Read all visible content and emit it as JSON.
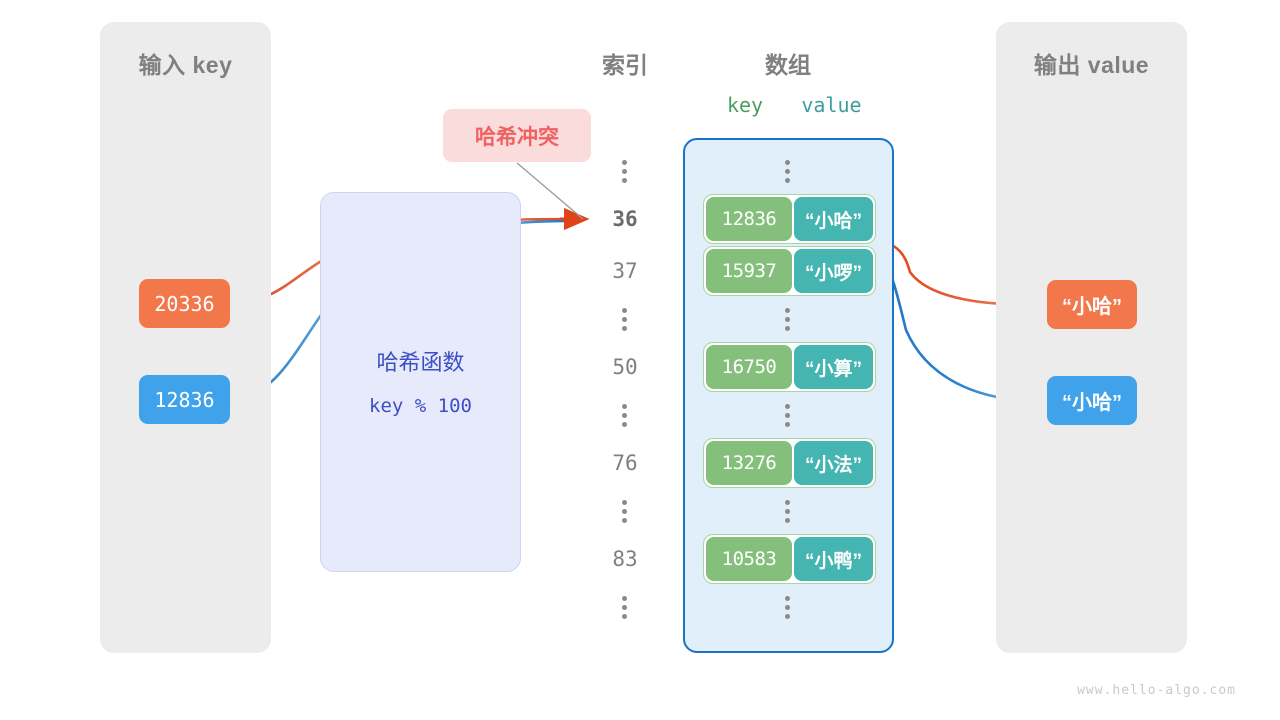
{
  "panels": {
    "input": {
      "title": "输入 key"
    },
    "output": {
      "title": "输出 value"
    }
  },
  "headings": {
    "index": "索引",
    "array": "数组",
    "key": "key",
    "value": "value"
  },
  "hash_function": {
    "title": "哈希函数",
    "formula": "key % 100"
  },
  "collision": {
    "label": "哈希冲突"
  },
  "inputs": [
    {
      "key": "20336",
      "color": "#f2784b"
    },
    {
      "key": "12836",
      "color": "#3fa2ea"
    }
  ],
  "outputs": [
    {
      "value": "“小哈”",
      "color": "#f2784b"
    },
    {
      "value": "“小哈”",
      "color": "#3fa2ea"
    }
  ],
  "array_rows": [
    {
      "kind": "dots"
    },
    {
      "kind": "cell",
      "index": "36",
      "highlight": true,
      "key": "12836",
      "value": "“小哈”"
    },
    {
      "kind": "cell",
      "index": "37",
      "highlight": false,
      "key": "15937",
      "value": "“小啰”"
    },
    {
      "kind": "dots"
    },
    {
      "kind": "cell",
      "index": "50",
      "highlight": false,
      "key": "16750",
      "value": "“小算”"
    },
    {
      "kind": "dots"
    },
    {
      "kind": "cell",
      "index": "76",
      "highlight": false,
      "key": "13276",
      "value": "“小法”"
    },
    {
      "kind": "dots"
    },
    {
      "kind": "cell",
      "index": "83",
      "highlight": false,
      "key": "10583",
      "value": "“小鸭”"
    },
    {
      "kind": "dots"
    }
  ],
  "colors": {
    "panel_bg": "#ececec",
    "array_bg": "#e0effa",
    "array_border": "#1a73c4",
    "cell_key": "#84bf7b",
    "cell_value": "#44b5b0",
    "cell_border": "#a8d6a0",
    "hash_bg": "#e7eafb",
    "hash_text": "#3c4fc4",
    "collision_bg": "#fadcdc",
    "collision_text": "#ef6262",
    "orange": "#f2784b",
    "blue": "#3fa2ea",
    "arrow_red": "#e0431a",
    "arrow_blue": "#1a73c4",
    "heading": "#808080"
  },
  "watermark": "www.hello-algo.com"
}
